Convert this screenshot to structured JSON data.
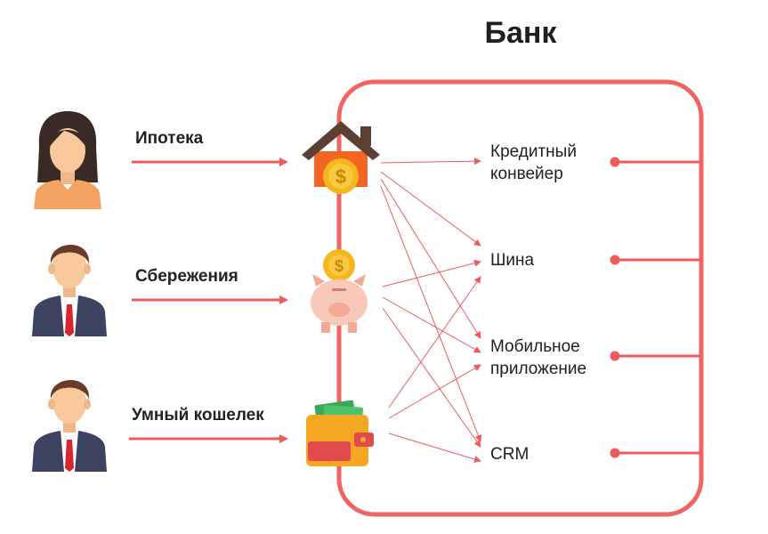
{
  "title": "Банк",
  "customers": [
    {
      "type": "woman",
      "product": "Ипотека",
      "product_icon": "house-coin-icon"
    },
    {
      "type": "man",
      "product": "Сбережения",
      "product_icon": "piggy-bank-icon"
    },
    {
      "type": "man",
      "product": "Умный кошелек",
      "product_icon": "wallet-icon"
    }
  ],
  "systems": [
    {
      "label": "Кредитный\nконвейер"
    },
    {
      "label": "Шина"
    },
    {
      "label": "Мобильное\nприложение"
    },
    {
      "label": "CRM"
    }
  ],
  "colors": {
    "accent": "#f26464",
    "arrow": "#ef5b5b",
    "skin": "#f7c99c",
    "hair": "#3a2a26",
    "suit": "#3b4360",
    "tie": "#d8262e",
    "woman_top": "#f4a261"
  }
}
